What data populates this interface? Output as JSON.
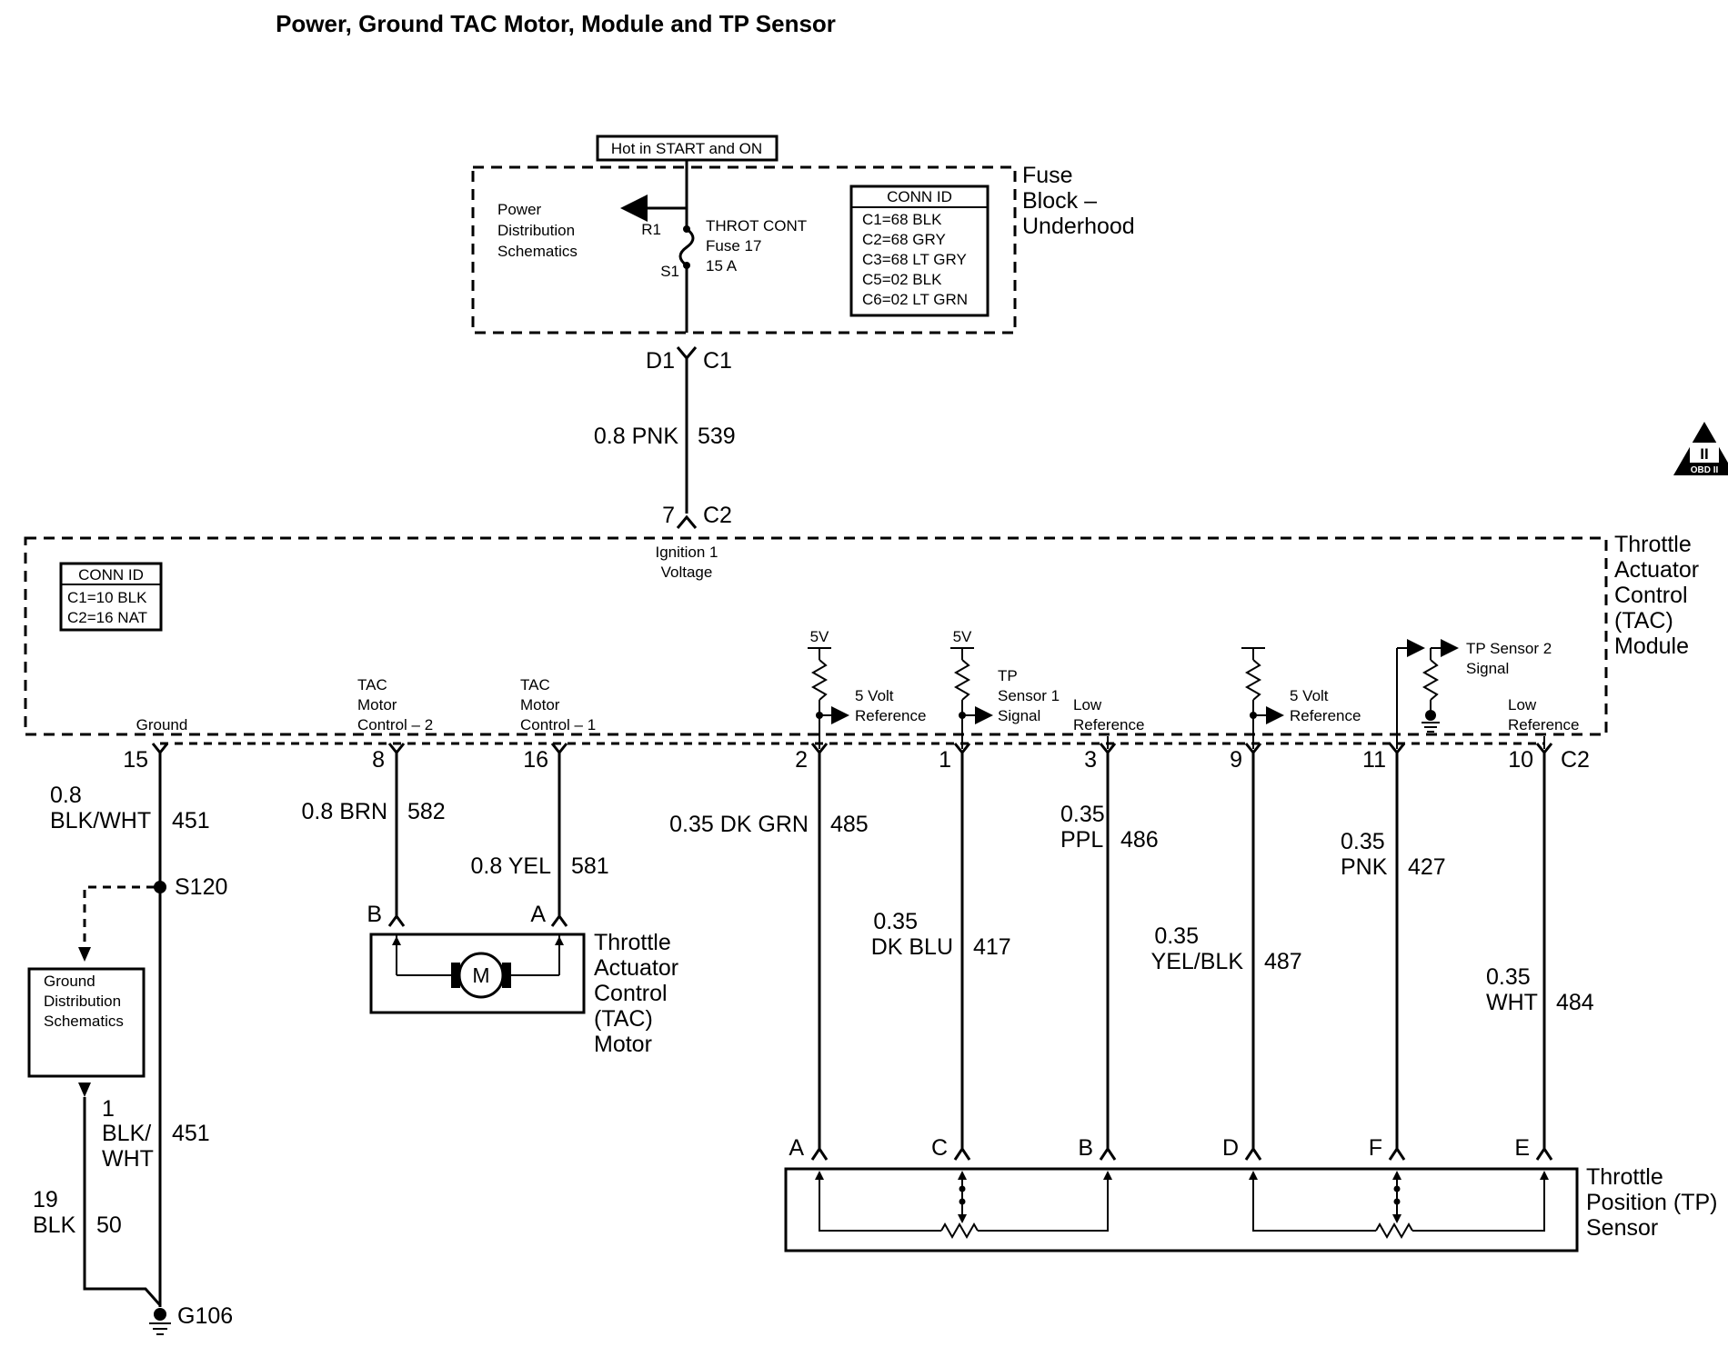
{
  "title": "Power, Ground TAC Motor, Module and TP Sensor",
  "fuse_block": {
    "hot_label": "Hot in START and ON",
    "name_line1": "Fuse",
    "name_line2": "Block –",
    "name_line3": "Underhood",
    "power_dist_line1": "Power",
    "power_dist_line2": "Distribution",
    "power_dist_line3": "Schematics",
    "r1": "R1",
    "s1": "S1",
    "fuse_line1": "THROT CONT",
    "fuse_line2": "Fuse 17",
    "fuse_line3": "15 A",
    "conn_id_title": "CONN ID",
    "conn_ids": [
      "C1=68 BLK",
      "C2=68 GRY",
      "C3=68 LT GRY",
      "C5=02 BLK",
      "C6=02 LT GRN"
    ]
  },
  "feed_wire": {
    "pin_top": "D1",
    "conn_top": "C1",
    "gauge_color": "0.8 PNK",
    "circuit": "539",
    "pin_bottom": "7",
    "conn_bottom": "C2"
  },
  "obd_badge": {
    "numeral": "II",
    "text": "OBD II"
  },
  "tac_module": {
    "name_line1": "Throttle",
    "name_line2": "Actuator",
    "name_line3": "Control",
    "name_line4": "(TAC)",
    "name_line5": "Module",
    "conn_id_title": "CONN ID",
    "conn_ids": [
      "C1=10 BLK",
      "C2=16 NAT"
    ],
    "ignition_line1": "Ignition 1",
    "ignition_line2": "Voltage",
    "ground_label": "Ground",
    "motor_ctrl2_line1": "TAC",
    "motor_ctrl2_line2": "Motor",
    "motor_ctrl2_line3": "Control – 2",
    "motor_ctrl1_line1": "TAC",
    "motor_ctrl1_line2": "Motor",
    "motor_ctrl1_line3": "Control – 1",
    "five_v_a": "5V",
    "five_v_b": "5V",
    "ref5v_a_line1": "5 Volt",
    "ref5v_a_line2": "Reference",
    "tp1_line1": "TP",
    "tp1_line2": "Sensor 1",
    "tp1_line3": "Signal",
    "low_ref_a_line1": "Low",
    "low_ref_a_line2": "Reference",
    "ref5v_b_line1": "5 Volt",
    "ref5v_b_line2": "Reference",
    "tp2_line1": "TP Sensor 2",
    "tp2_line2": "Signal",
    "low_ref_b_line1": "Low",
    "low_ref_b_line2": "Reference",
    "pins": [
      "15",
      "8",
      "16",
      "2",
      "1",
      "3",
      "9",
      "11",
      "10"
    ],
    "conn_c2": "C2"
  },
  "wires": {
    "w451_gauge1": "0.8",
    "w451_color1": "BLK/WHT",
    "w451_circuit1": "451",
    "w582_gc": "0.8 BRN",
    "w582_circuit": "582",
    "w581_gc": "0.8 YEL",
    "w581_circuit": "581",
    "w485_gc": "0.35 DK GRN",
    "w485_circuit": "485",
    "w417_gauge": "0.35",
    "w417_color": "DK BLU",
    "w417_circuit": "417",
    "w486_gauge": "0.35",
    "w486_color": "PPL",
    "w486_circuit": "486",
    "w487_gauge": "0.35",
    "w487_color": "YEL/BLK",
    "w487_circuit": "487",
    "w427_gauge": "0.35",
    "w427_color": "PNK",
    "w427_circuit": "427",
    "w484_gauge": "0.35",
    "w484_color": "WHT",
    "w484_circuit": "484",
    "w451_gauge2": "1",
    "w451_color2a": "BLK/",
    "w451_color2b": "WHT",
    "w451_circuit2": "451",
    "w50_gauge": "19",
    "w50_color": "BLK",
    "w50_circuit": "50"
  },
  "splice": "S120",
  "ground_point": "G106",
  "ground_dist_line1": "Ground",
  "ground_dist_line2": "Distribution",
  "ground_dist_line3": "Schematics",
  "motor": {
    "pin_b": "B",
    "pin_a": "A",
    "symbol": "M",
    "name_line1": "Throttle",
    "name_line2": "Actuator",
    "name_line3": "Control",
    "name_line4": "(TAC)",
    "name_line5": "Motor"
  },
  "tp_sensor": {
    "pins": [
      "A",
      "C",
      "B",
      "D",
      "F",
      "E"
    ],
    "name_line1": "Throttle",
    "name_line2": "Position (TP)",
    "name_line3": "Sensor"
  }
}
